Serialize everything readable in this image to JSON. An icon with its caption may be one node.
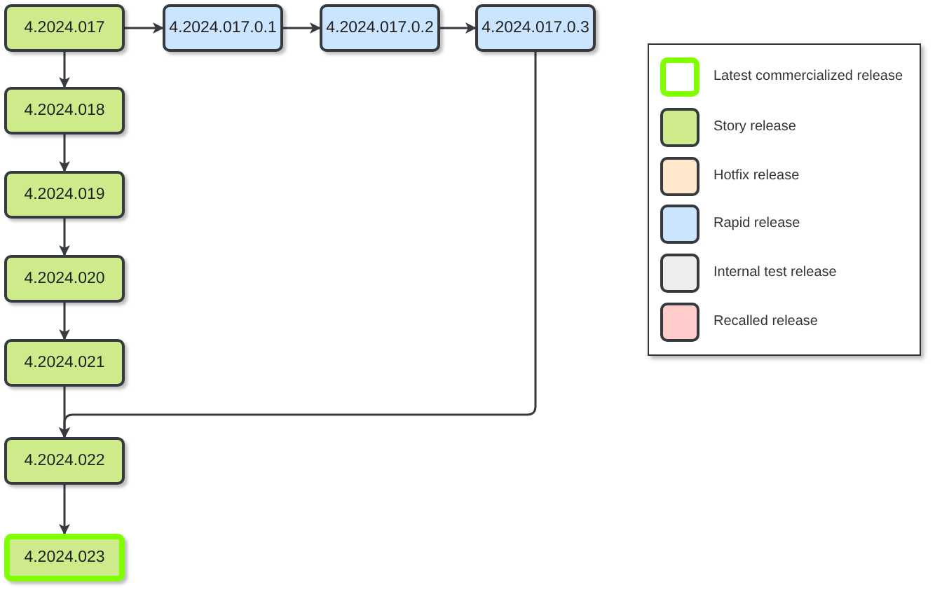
{
  "diagram": {
    "nodes": [
      {
        "text": [
          "4.2024.017"
        ]
      },
      {
        "text": [
          "4.2024.017.0.1"
        ]
      },
      {
        "text": [
          "4.2024.017.0.2"
        ]
      },
      {
        "text": [
          "4.2024.017.0.3"
        ]
      },
      {
        "text": [
          "4.2024.018"
        ]
      },
      {
        "text": [
          "4.2024.019"
        ]
      },
      {
        "text": [
          "4.2024.020"
        ]
      },
      {
        "text": [
          "4.2024.021"
        ]
      },
      {
        "text": [
          "4.2024.022"
        ]
      },
      {
        "text": [
          "4.2024.023"
        ]
      }
    ],
    "edges": [
      {
        "from": 0,
        "to": 1,
        "arrow": "to"
      },
      {
        "from": 1,
        "to": 2,
        "arrow": "to"
      },
      {
        "from": 2,
        "to": 3,
        "arrow": "to"
      },
      {
        "from": 0,
        "to": 4,
        "arrow": "to"
      },
      {
        "from": 4,
        "to": 5,
        "arrow": "to"
      },
      {
        "from": 5,
        "to": 6,
        "arrow": "to"
      },
      {
        "from": 6,
        "to": 7,
        "arrow": "to"
      },
      {
        "from": 7,
        "to": 8,
        "arrow": "to"
      },
      {
        "from": 3,
        "to": 8,
        "arrow": "to"
      },
      {
        "from": 8,
        "to": 9,
        "arrow": "to"
      }
    ],
    "legend": [
      {
        "text": "Latest commercialized release"
      },
      {
        "text": "Story release",
        "color": "#cdeb8b"
      },
      {
        "text": "Hotfix release",
        "color": "#ffe6cc"
      },
      {
        "text": "Rapid release",
        "color": "#cce5ff"
      },
      {
        "text": "Internal test release",
        "color": "#eeeeee"
      },
      {
        "text": "Recalled release",
        "color": "#ffcccc"
      }
    ]
  }
}
